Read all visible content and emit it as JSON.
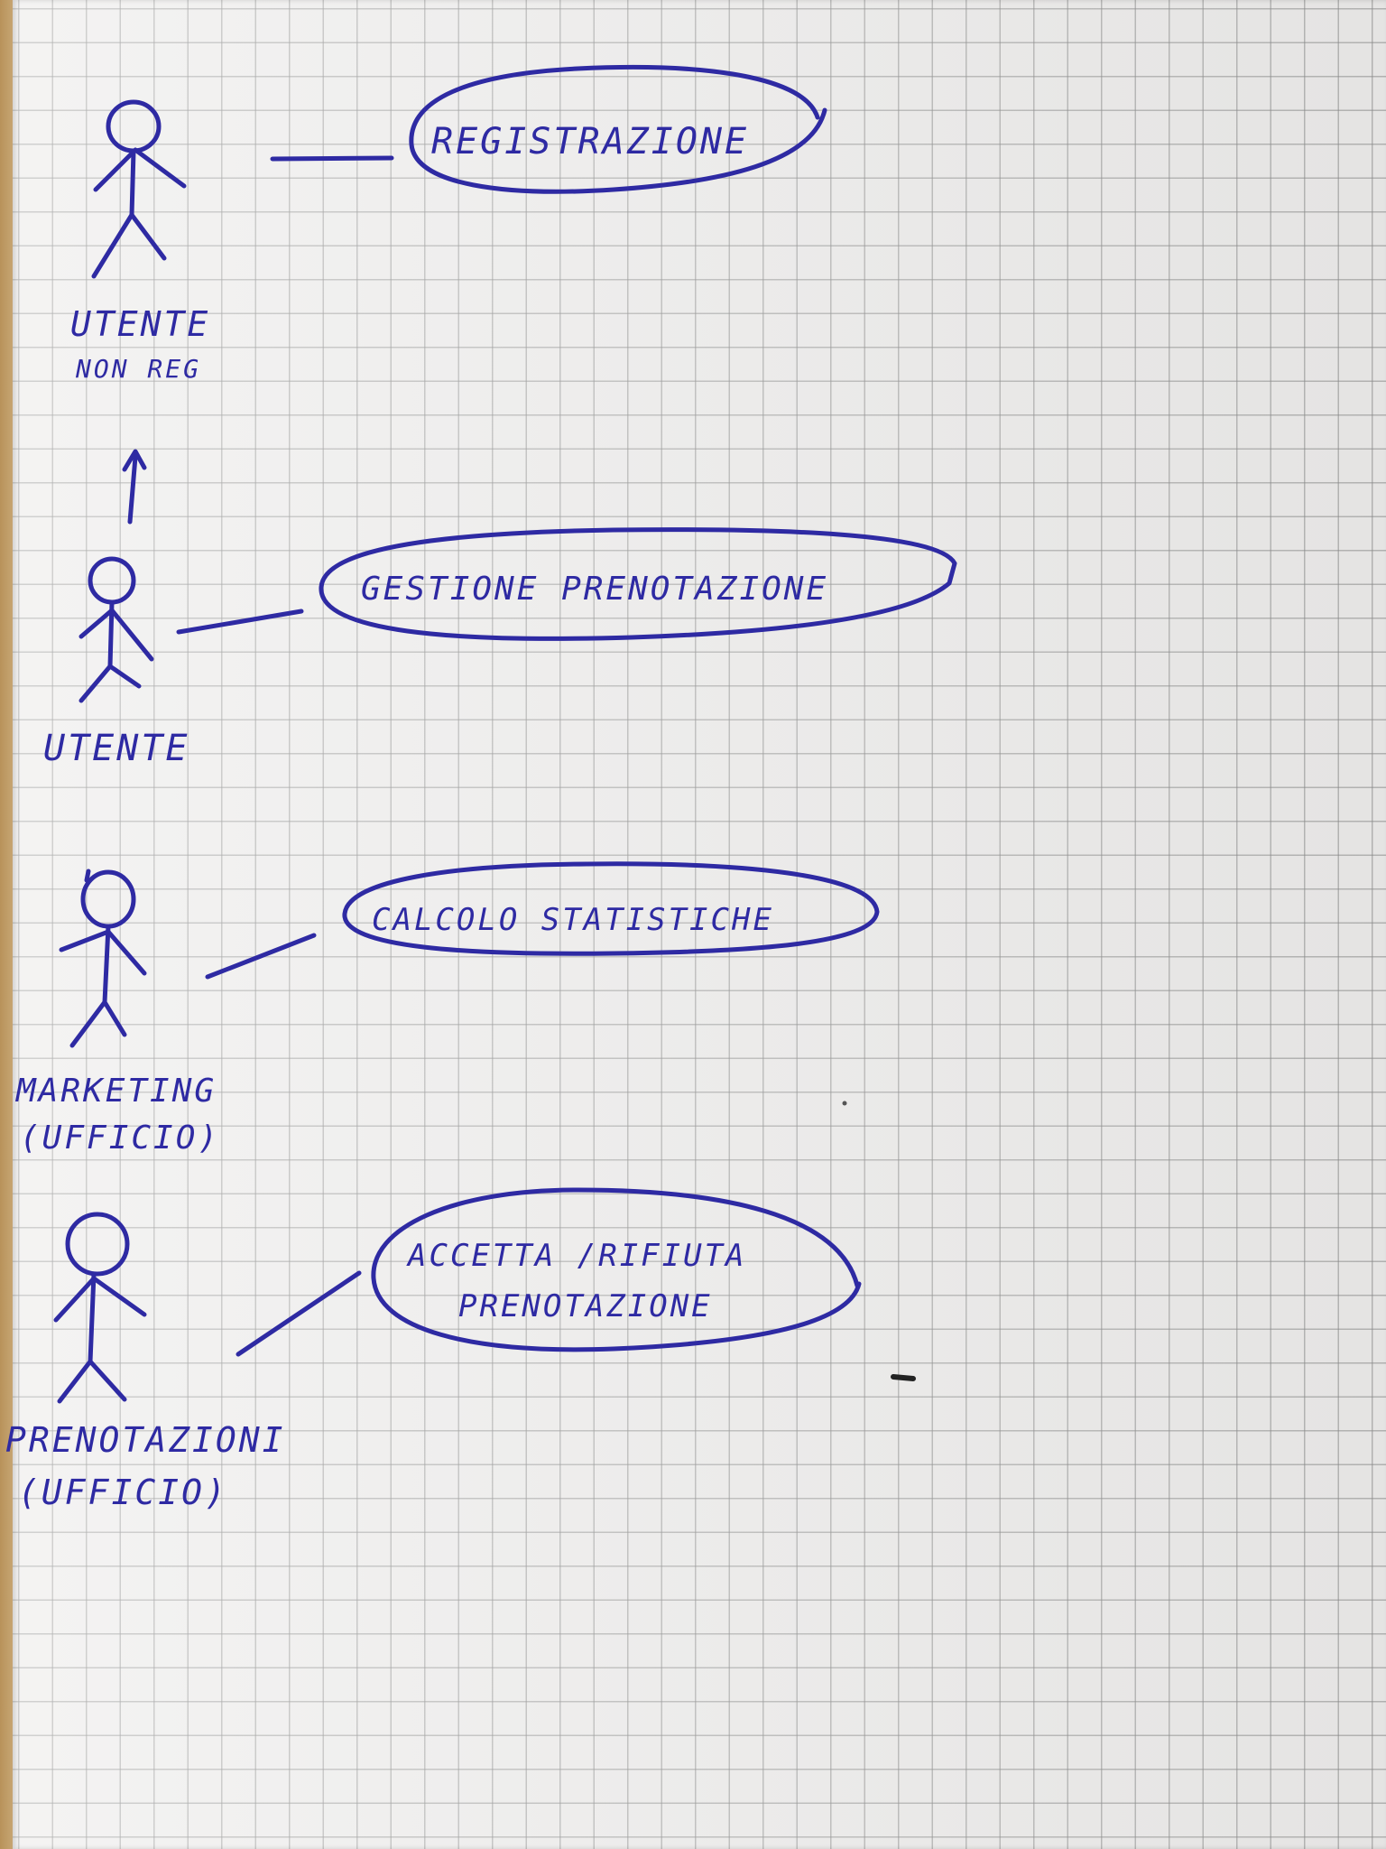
{
  "actors": [
    {
      "id": "utente-non-reg",
      "lines": [
        "UTENTE",
        "NON REG"
      ]
    },
    {
      "id": "utente",
      "lines": [
        "UTENTE"
      ]
    },
    {
      "id": "marketing",
      "lines": [
        "MARKETING",
        "(UFFICIO)"
      ]
    },
    {
      "id": "prenotazioni",
      "lines": [
        "PRENOTAZIONI",
        "(UFFICIO)"
      ]
    }
  ],
  "use_cases": [
    {
      "id": "registrazione",
      "lines": [
        "REGISTRAZIONE"
      ]
    },
    {
      "id": "gestione-prenotazione",
      "lines": [
        "GESTIONE PRENOTAZIONE"
      ]
    },
    {
      "id": "calcolo-statistiche",
      "lines": [
        "CALCOLO STATISTICHE"
      ]
    },
    {
      "id": "accetta-rifiuta",
      "lines": [
        "ACCETTA /RIFIUTA",
        "PRENOTAZIONE"
      ]
    }
  ],
  "colors": {
    "ink": "#2e2aa3",
    "paper": "#eeedec",
    "grid": "#8c8c8c"
  }
}
